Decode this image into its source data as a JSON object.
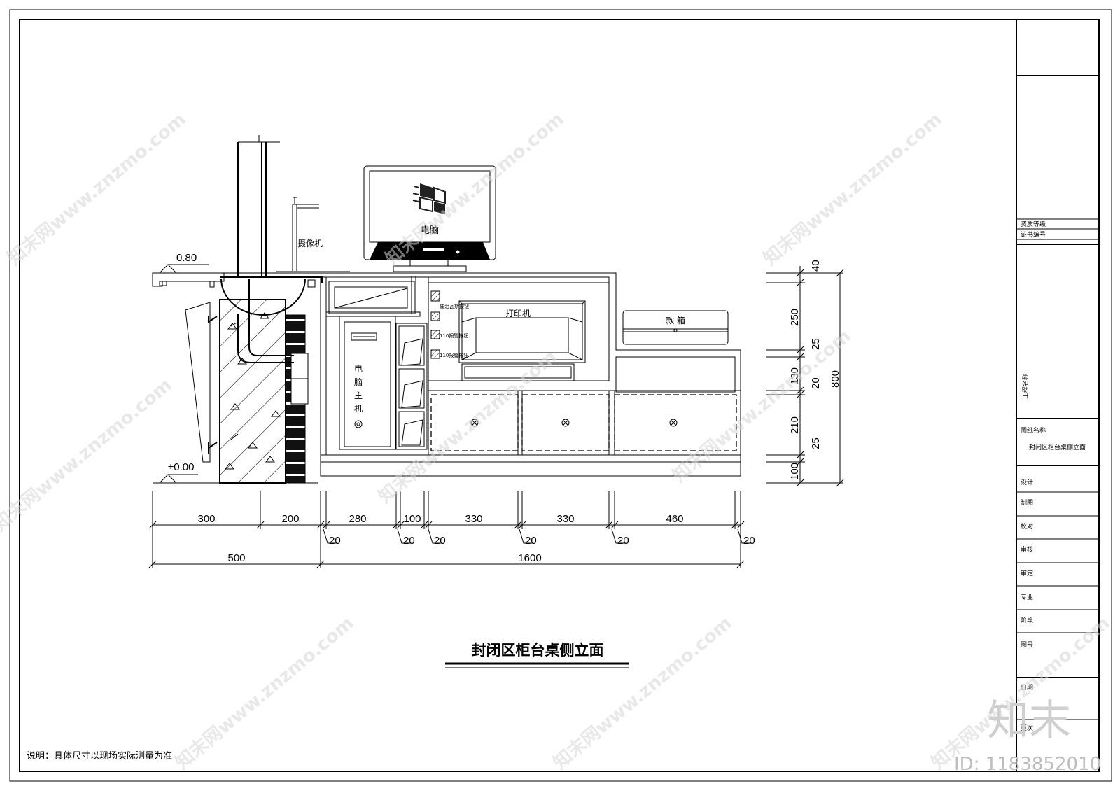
{
  "labels": {
    "camera": "摄像机",
    "computer": "电脑",
    "printer": "打印机",
    "cash_box": "款 箱",
    "host_chars": [
      "电",
      "脑",
      "主",
      "机"
    ],
    "alarm_btn_1": "催泪瓦斯按钮",
    "alarm_btn_2": "110报警按钮",
    "alarm_btn_3": "110报警按钮",
    "elev_top": "0.80",
    "elev_floor": "±0.00"
  },
  "dimensions": {
    "vertical": [
      "40",
      "250",
      "25",
      "130",
      "20",
      "210",
      "25",
      "100"
    ],
    "vertical_total": "800",
    "h_row1": [
      "300",
      "200",
      "280",
      "100",
      "330",
      "330",
      "460"
    ],
    "h_row1_small": [
      "20",
      "20",
      "20",
      "20",
      "20",
      "20"
    ],
    "h_row2": [
      "500",
      "1600"
    ]
  },
  "title": "封闭区柜台桌侧立面",
  "note": "说明：具体尺寸以现场实际测量为准",
  "title_block": {
    "qualification": "资质等级",
    "cert_no": "证书编号",
    "project_name": "工程名称",
    "drawing_name_label": "图纸名称",
    "drawing_name": "封闭区柜台桌侧立面",
    "rows": [
      "设计",
      "制图",
      "校对",
      "审核",
      "审定",
      "专业",
      "阶段",
      "图号",
      "日期",
      "页次"
    ]
  },
  "watermark": {
    "site": "知末网www.znzmo.com",
    "logo": "知末",
    "id": "ID: 1183852010"
  }
}
